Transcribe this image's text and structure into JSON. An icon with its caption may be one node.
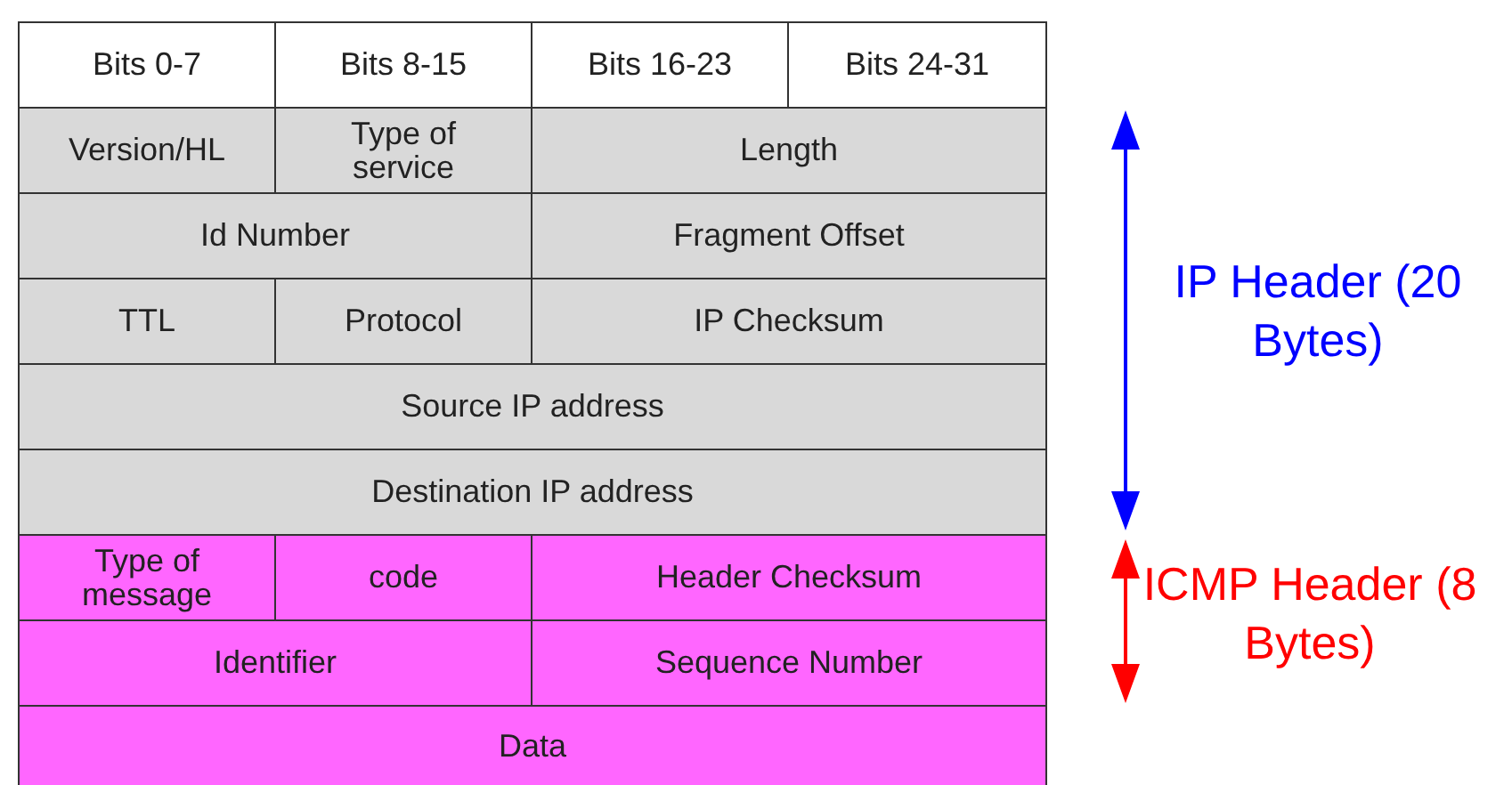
{
  "diagram": {
    "labels": [
      "Bits 0-7",
      "Bits 8-15",
      "Bits 16-23",
      "Bits 24-31",
      "Version/HL",
      "Type of service",
      "Length",
      "Id Number",
      "Fragment Offset",
      "TTL",
      "Protocol",
      "IP Checksum",
      "Source IP address",
      "Destination IP address",
      "Type of message",
      "code",
      "Header Checksum",
      "Identifier",
      "Sequence Number",
      "Data",
      "IP Header (20 Bytes)",
      "ICMP Header (8 Bytes)"
    ]
  }
}
